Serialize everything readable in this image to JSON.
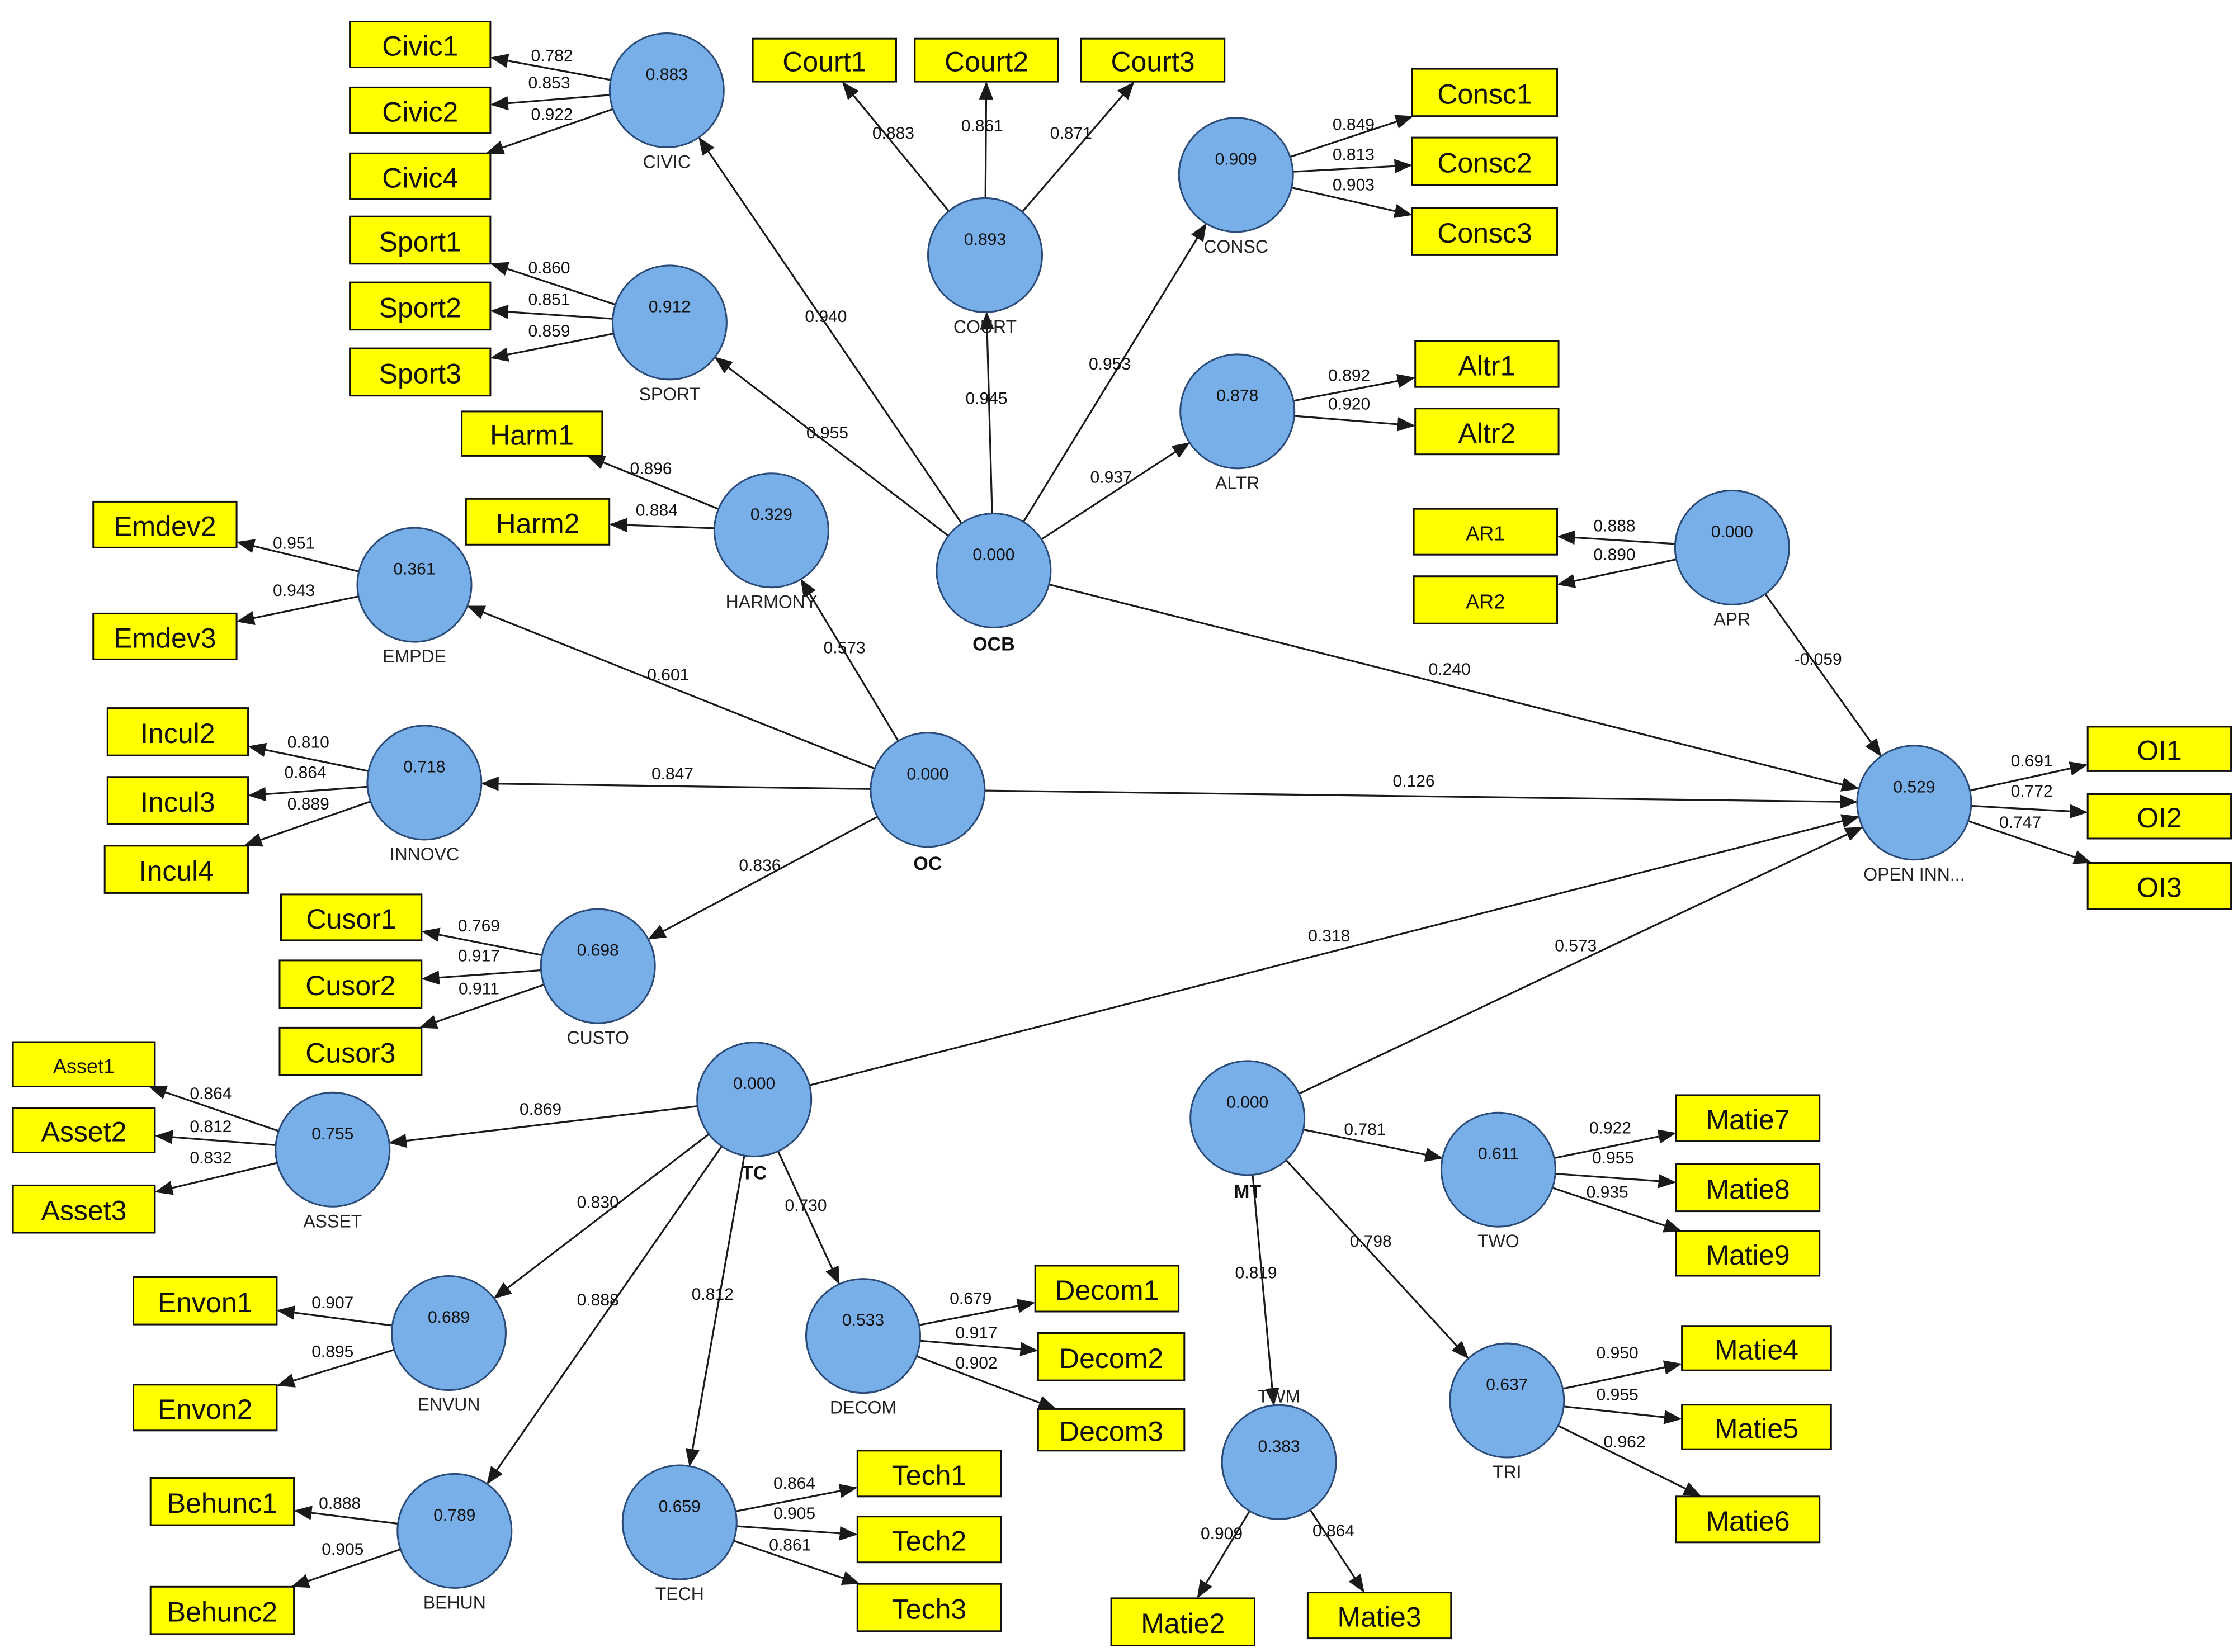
{
  "constructs": {
    "CIVIC": {
      "label": "CIVIC",
      "value": "0.883"
    },
    "COURT": {
      "label": "COURT",
      "value": "0.893"
    },
    "CONSC": {
      "label": "CONSC",
      "value": "0.909"
    },
    "SPORT": {
      "label": "SPORT",
      "value": "0.912"
    },
    "ALTR": {
      "label": "ALTR",
      "value": "0.878"
    },
    "HARMONY": {
      "label": "HARMONY",
      "value": "0.329"
    },
    "OCB": {
      "label": "OCB",
      "value": "0.000"
    },
    "APR": {
      "label": "APR",
      "value": "0.000"
    },
    "EMPDE": {
      "label": "EMPDE",
      "value": "0.361"
    },
    "INNOVC": {
      "label": "INNOVC",
      "value": "0.718"
    },
    "OC": {
      "label": "OC",
      "value": "0.000"
    },
    "OPENINN": {
      "label": "OPEN INN...",
      "value": "0.529"
    },
    "CUSTO": {
      "label": "CUSTO",
      "value": "0.698"
    },
    "ASSET": {
      "label": "ASSET",
      "value": "0.755"
    },
    "TC": {
      "label": "TC",
      "value": "0.000"
    },
    "MT": {
      "label": "MT",
      "value": "0.000"
    },
    "TWO": {
      "label": "TWO",
      "value": "0.611"
    },
    "ENVUN": {
      "label": "ENVUN",
      "value": "0.689"
    },
    "DECOM": {
      "label": "DECOM",
      "value": "0.533"
    },
    "TRI": {
      "label": "TRI",
      "value": "0.637"
    },
    "TWM": {
      "label": "TWM",
      "value": "0.383"
    },
    "BEHUN": {
      "label": "BEHUN",
      "value": "0.789"
    },
    "TECH": {
      "label": "TECH",
      "value": "0.659"
    }
  },
  "indicators": {
    "Civic1": "Civic1",
    "Civic2": "Civic2",
    "Civic4": "Civic4",
    "Court1": "Court1",
    "Court2": "Court2",
    "Court3": "Court3",
    "Consc1": "Consc1",
    "Consc2": "Consc2",
    "Consc3": "Consc3",
    "Sport1": "Sport1",
    "Sport2": "Sport2",
    "Sport3": "Sport3",
    "Altr1": "Altr1",
    "Altr2": "Altr2",
    "Harm1": "Harm1",
    "Harm2": "Harm2",
    "AR1": "AR1",
    "AR2": "AR2",
    "Emdev2": "Emdev2",
    "Emdev3": "Emdev3",
    "Incul2": "Incul2",
    "Incul3": "Incul3",
    "Incul4": "Incul4",
    "OI1": "OI1",
    "OI2": "OI2",
    "OI3": "OI3",
    "Cusor1": "Cusor1",
    "Cusor2": "Cusor2",
    "Cusor3": "Cusor3",
    "Asset1": "Asset1",
    "Asset2": "Asset2",
    "Asset3": "Asset3",
    "Matie7": "Matie7",
    "Matie8": "Matie8",
    "Matie9": "Matie9",
    "Envon1": "Envon1",
    "Envon2": "Envon2",
    "Decom1": "Decom1",
    "Decom2": "Decom2",
    "Decom3": "Decom3",
    "Matie4": "Matie4",
    "Matie5": "Matie5",
    "Matie6": "Matie6",
    "Behunc1": "Behunc1",
    "Behunc2": "Behunc2",
    "Tech1": "Tech1",
    "Tech2": "Tech2",
    "Tech3": "Tech3",
    "Matie2": "Matie2",
    "Matie3": "Matie3"
  },
  "paths": {
    "OCB_CIVIC": "0.940",
    "OCB_COURT": "0.945",
    "OCB_CONSC": "0.953",
    "OCB_ALTR": "0.937",
    "OCB_SPORT": "0.955",
    "OCB_OPENINN": "0.240",
    "APR_OPENINN": "-0.059",
    "OC_HARMONY": "0.573",
    "OC_EMPDE": "0.601",
    "OC_INNOVC": "0.847",
    "OC_CUSTO": "0.836",
    "OC_OPENINN": "0.126",
    "TC_OPENINN": "0.318",
    "MT_OPENINN": "0.573",
    "TC_ASSET": "0.869",
    "TC_ENVUN": "0.830",
    "TC_BEHUN": "0.888",
    "TC_TECH": "0.812",
    "TC_DECOM": "0.730",
    "MT_TWO": "0.781",
    "MT_TRI": "0.798",
    "MT_TWM": "0.819"
  },
  "loadings": {
    "CIVIC_Civic1": "0.782",
    "CIVIC_Civic2": "0.853",
    "CIVIC_Civic4": "0.922",
    "COURT_Court1": "0.883",
    "COURT_Court2": "0.861",
    "COURT_Court3": "0.871",
    "CONSC_Consc1": "0.849",
    "CONSC_Consc2": "0.813",
    "CONSC_Consc3": "0.903",
    "SPORT_Sport1": "0.860",
    "SPORT_Sport2": "0.851",
    "SPORT_Sport3": "0.859",
    "ALTR_Altr1": "0.892",
    "ALTR_Altr2": "0.920",
    "HARMONY_Harm1": "0.896",
    "HARMONY_Harm2": "0.884",
    "APR_AR1": "0.888",
    "APR_AR2": "0.890",
    "EMPDE_Emdev2": "0.951",
    "EMPDE_Emdev3": "0.943",
    "INNOVC_Incul2": "0.810",
    "INNOVC_Incul3": "0.864",
    "INNOVC_Incul4": "0.889",
    "OPENINN_OI1": "0.691",
    "OPENINN_OI2": "0.772",
    "OPENINN_OI3": "0.747",
    "CUSTO_Cusor1": "0.769",
    "CUSTO_Cusor2": "0.917",
    "CUSTO_Cusor3": "0.911",
    "ASSET_Asset1": "0.864",
    "ASSET_Asset2": "0.812",
    "ASSET_Asset3": "0.832",
    "TWO_Matie7": "0.922",
    "TWO_Matie8": "0.955",
    "TWO_Matie9": "0.935",
    "ENVUN_Envon1": "0.907",
    "ENVUN_Envon2": "0.895",
    "DECOM_Decom1": "0.679",
    "DECOM_Decom2": "0.917",
    "DECOM_Decom3": "0.902",
    "TRI_Matie4": "0.950",
    "TRI_Matie5": "0.955",
    "TRI_Matie6": "0.962",
    "BEHUN_Behunc1": "0.888",
    "BEHUN_Behunc2": "0.905",
    "TECH_Tech1": "0.864",
    "TECH_Tech2": "0.905",
    "TECH_Tech3": "0.861",
    "TWM_Matie2": "0.909",
    "TWM_Matie3": "0.864"
  },
  "colors": {
    "construct_fill": "#78afe8",
    "construct_border": "#2a4a78",
    "indicator_fill": "#ffff00",
    "edge": "#1a1a1a"
  }
}
